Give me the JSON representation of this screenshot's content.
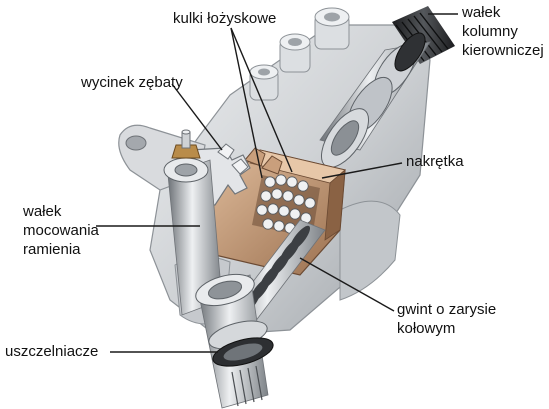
{
  "diagram": {
    "labels": {
      "kulki": "kulki łożyskowe",
      "walek_kolumny": "wałek\nkolumny\nkierowniczej",
      "wycinek": "wycinek zębaty",
      "nakretka": "nakrętka",
      "walek_ramienia": "wałek\nmocowania\nramienia",
      "gwint": "gwint o zarysie\nkołowym",
      "uszczelniacze": "uszczelniacze"
    },
    "colors": {
      "housing": "#d3d5d8",
      "housing_dark": "#a7abb0",
      "steel": "#b9bdc2",
      "nut": "#c79f7d",
      "nut_dark": "#8c6446",
      "shaft_dark": "#2b2d30",
      "line": "#1a1a1a"
    }
  }
}
